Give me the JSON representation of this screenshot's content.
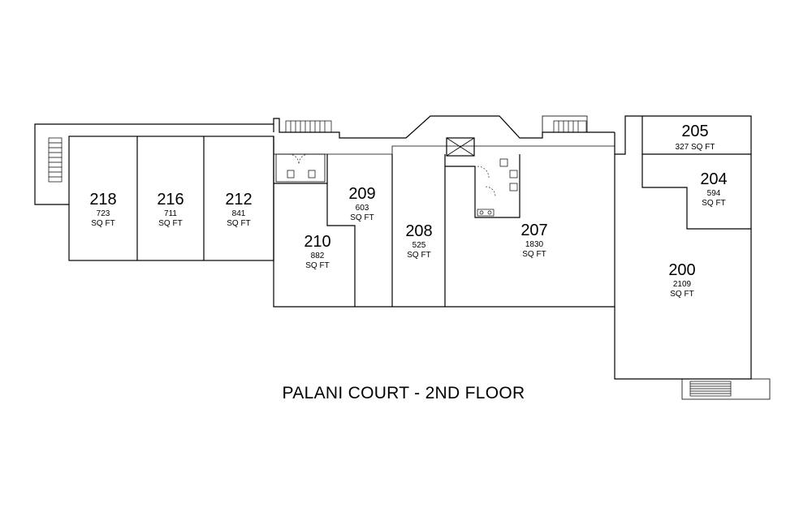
{
  "title": "PALANI COURT - 2ND FLOOR",
  "units": {
    "218": {
      "number": "218",
      "size": "723",
      "unit": "SQ FT"
    },
    "216": {
      "number": "216",
      "size": "711",
      "unit": "SQ FT"
    },
    "212": {
      "number": "212",
      "size": "841",
      "unit": "SQ FT"
    },
    "209": {
      "number": "209",
      "size": "603",
      "unit": "SQ FT"
    },
    "210": {
      "number": "210",
      "size": "882",
      "unit": "SQ FT"
    },
    "208": {
      "number": "208",
      "size": "525",
      "unit": "SQ FT"
    },
    "207": {
      "number": "207",
      "size": "1830",
      "unit": "SQ FT"
    },
    "205": {
      "number": "205",
      "size_unit": "327 SQ FT"
    },
    "204": {
      "number": "204",
      "size": "594",
      "unit": "SQ FT"
    },
    "200": {
      "number": "200",
      "size": "2109",
      "unit": "SQ FT"
    }
  }
}
